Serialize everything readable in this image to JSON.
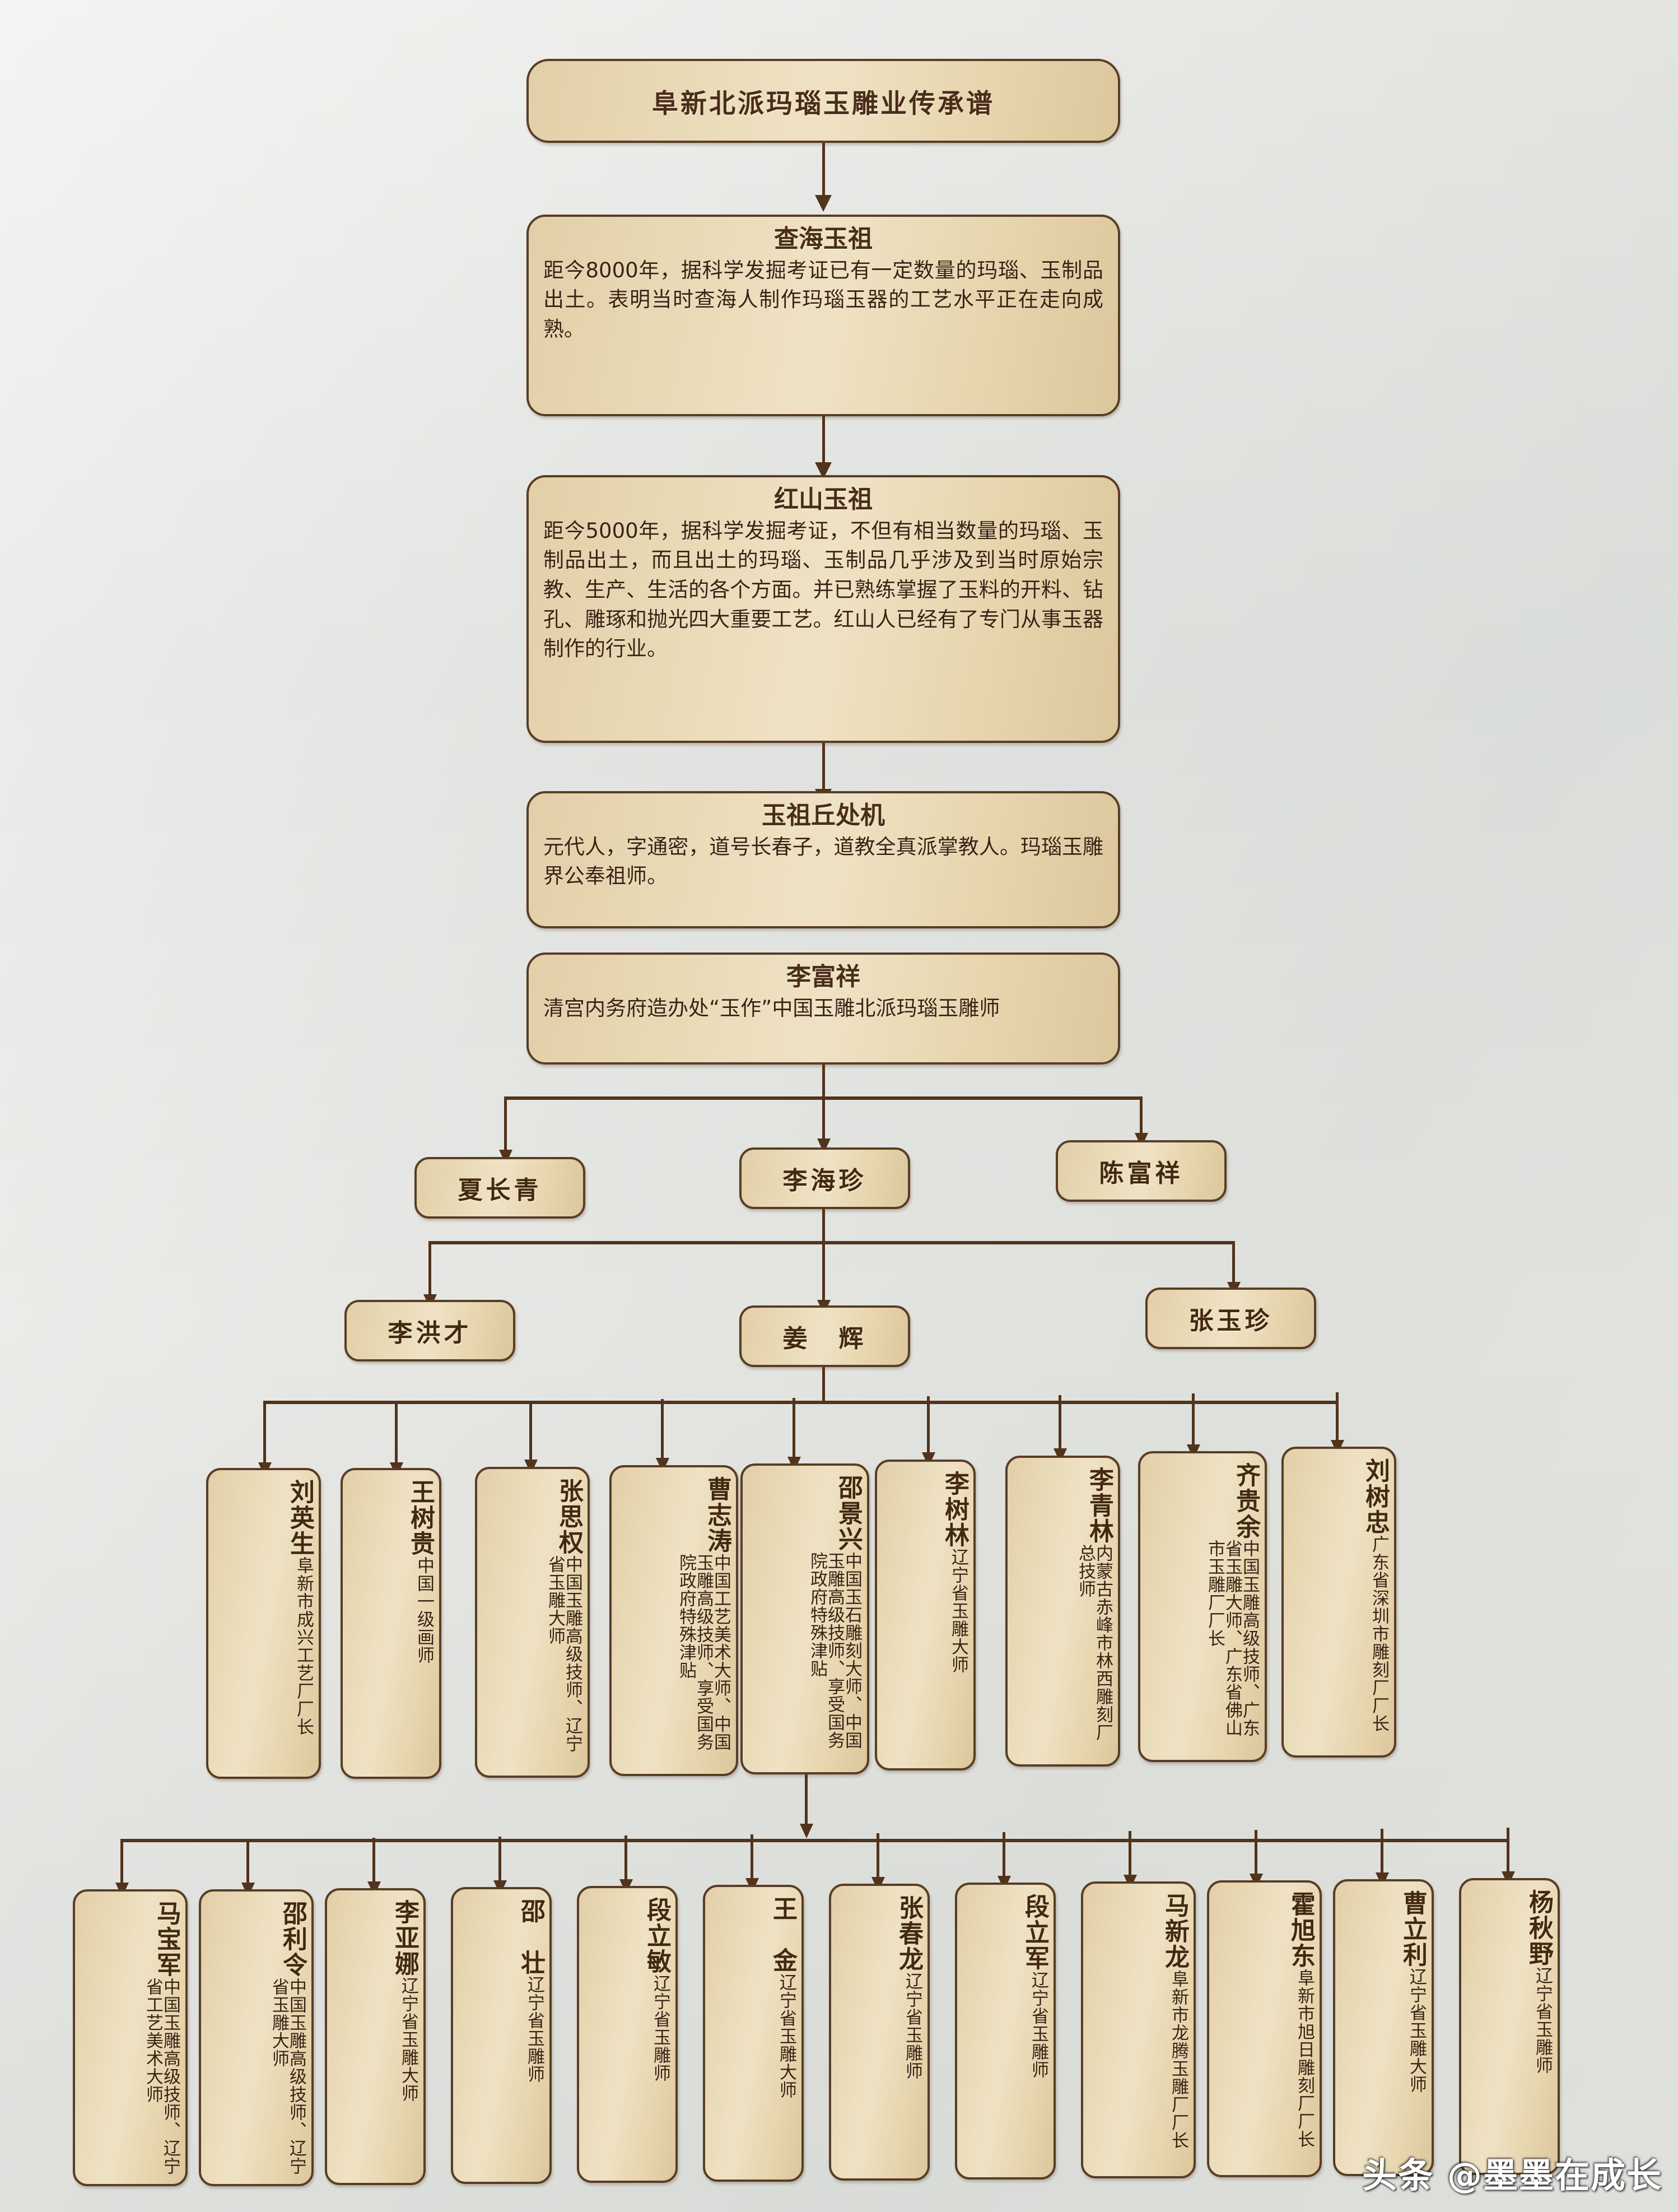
{
  "title": {
    "text": "阜新北派玛瑙玉雕业传承谱"
  },
  "ancestors": [
    {
      "heading": "查海玉祖",
      "body": "距今8000年，据科学发掘考证已有一定数量的玛瑙、玉制品出土。表明当时查海人制作玛瑙玉器的工艺水平正在走向成熟。"
    },
    {
      "heading": "红山玉祖",
      "body": "距今5000年，据科学发掘考证，不但有相当数量的玛瑙、玉制品出土，而且出土的玛瑙、玉制品几乎涉及到当时原始宗教、生产、生活的各个方面。并已熟练掌握了玉料的开料、钻孔、雕琢和抛光四大重要工艺。红山人已经有了专门从事玉器制作的行业。"
    },
    {
      "heading": "玉祖丘处机",
      "body": "元代人，字通密，道号长春子，道教全真派掌教人。玛瑙玉雕界公奉祖师。"
    },
    {
      "heading": "李富祥",
      "body": "清宫内务府造办处“玉作”中国玉雕北派玛瑙玉雕师"
    }
  ],
  "generation_2": [
    {
      "name": "夏长青"
    },
    {
      "name": "李海珍"
    },
    {
      "name": "陈富祥"
    }
  ],
  "generation_3": [
    {
      "name": "李洪才"
    },
    {
      "name": "姜　辉"
    },
    {
      "name": "张玉珍"
    }
  ],
  "generation_4": [
    {
      "name": "刘英生",
      "title": "阜新市成兴工艺厂厂长"
    },
    {
      "name": "王树贵",
      "title": "中国一级画师"
    },
    {
      "name": "张思权",
      "title": "中国玉雕高级技师、辽宁省玉雕大师"
    },
    {
      "name": "曹志涛",
      "title": "中国工艺美术大师、中国玉雕高级技师、享受国务院政府特殊津贴"
    },
    {
      "name": "邵景兴",
      "title": "中国玉石雕刻大师、中国玉雕高级技师、享受国务院政府特殊津贴"
    },
    {
      "name": "李树林",
      "title": "辽宁省玉雕大师"
    },
    {
      "name": "李青林",
      "title": "内蒙古赤峰市林西雕刻厂总技师"
    },
    {
      "name": "齐贵余",
      "title": "中国玉雕高级技师、广东省玉雕大师、广东省佛山市玉雕厂厂长"
    },
    {
      "name": "刘树忠",
      "title": "广东省深圳市雕刻厂厂长"
    }
  ],
  "generation_5": [
    {
      "name": "马宝军",
      "title": "中国玉雕高级技师、辽宁省工艺美术大师"
    },
    {
      "name": "邵利令",
      "title": "中国玉雕高级技师、辽宁省玉雕大师"
    },
    {
      "name": "李亚娜",
      "title": "辽宁省玉雕大师"
    },
    {
      "name": "邵　壮",
      "title": "辽宁省玉雕师"
    },
    {
      "name": "段立敏",
      "title": "辽宁省玉雕师"
    },
    {
      "name": "王　金",
      "title": "辽宁省玉雕大师"
    },
    {
      "name": "张春龙",
      "title": "辽宁省玉雕师"
    },
    {
      "name": "段立军",
      "title": "辽宁省玉雕师"
    },
    {
      "name": "马新龙",
      "title": "阜新市龙腾玉雕厂厂长"
    },
    {
      "name": "霍旭东",
      "title": "阜新市旭日雕刻厂厂长"
    },
    {
      "name": "曹立利",
      "title": "辽宁省玉雕大师"
    },
    {
      "name": "杨秋野",
      "title": "辽宁省玉雕师"
    }
  ],
  "watermark": {
    "text": "头条 @墨墨在成长"
  },
  "colors": {
    "board": "#e8d8b4",
    "ink": "#52331c",
    "background": "#dfe0dc"
  }
}
